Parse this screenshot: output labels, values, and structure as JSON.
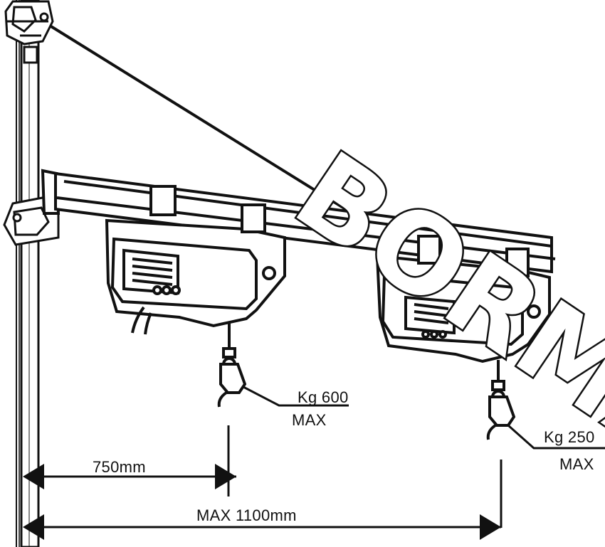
{
  "diagram": {
    "labels": {
      "load_near": "Kg 600",
      "load_near_max": "MAX",
      "load_far": "Kg 250",
      "load_far_max": "MAX",
      "distance_near": "750mm",
      "distance_far": "MAX  1100mm"
    },
    "watermark": "BORMA",
    "colors": {
      "line": "#111111",
      "background": "#ffffff"
    }
  }
}
